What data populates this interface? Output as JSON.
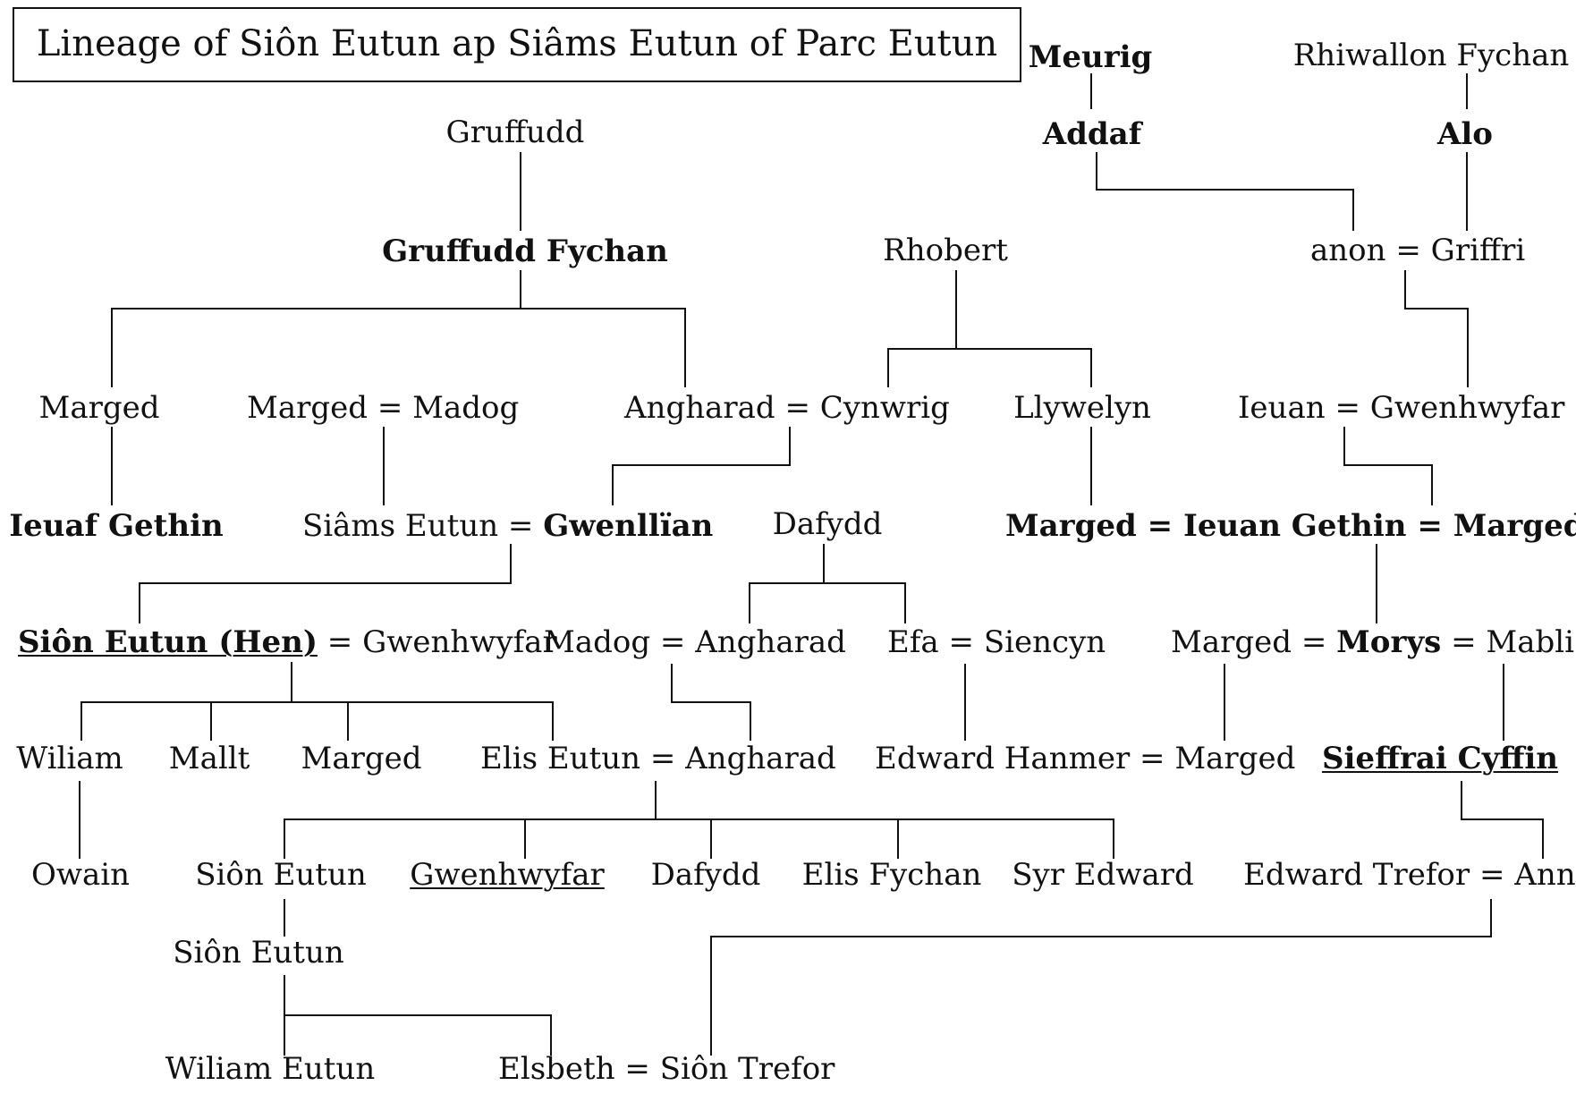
{
  "title": "Lineage of Siôn Eutun ap Siâms Eutun of Parc Eutun",
  "eq": "=",
  "people": {
    "meurig": "Meurig",
    "rhiwallon_fychan": "Rhiwallon Fychan",
    "addaf": "Addaf",
    "alo": "Alo",
    "gruffudd": "Gruffudd",
    "gruffudd_fychan": "Gruffudd Fychan",
    "rhobert": "Rhobert",
    "anon": "anon",
    "griffri": "Griffri",
    "marged_1": "Marged",
    "marged_2": "Marged",
    "madog_1": "Madog",
    "angharad_1": "Angharad",
    "cynwrig": "Cynwrig",
    "llywelyn": "Llywelyn",
    "ieuan": "Ieuan",
    "gwenhwyfar_1": "Gwenhwyfar",
    "ieuaf_gethin": "Ieuaf Gethin",
    "siams_eutun": "Siâms Eutun",
    "gwenllian": "Gwenllïan",
    "dafydd_1": "Dafydd",
    "marged_3": "Marged",
    "ieuan_gethin": "Ieuan Gethin",
    "marged_4": "Marged",
    "sion_eutun_hen": "Siôn Eutun (Hen)",
    "gwenhwyfar_2": "Gwenhwyfar",
    "madog_2": "Madog",
    "angharad_2": "Angharad",
    "efa": "Efa",
    "siencyn": "Siencyn",
    "marged_5": "Marged",
    "morys": "Morys",
    "mabli": "Mabli",
    "wiliam": "Wiliam",
    "mallt": "Mallt",
    "marged_6": "Marged",
    "elis_eutun": "Elis Eutun",
    "angharad_3": "Angharad",
    "edward_hanmer": "Edward Hanmer",
    "marged_7": "Marged",
    "sieffrai_cyffin": "Sieffrai Cyffin",
    "owain": "Owain",
    "sion_eutun_2": "Siôn Eutun",
    "gwenhwyfar_3": "Gwenhwyfar",
    "dafydd_2": "Dafydd",
    "elis_fychan": "Elis Fychan",
    "syr_edward": "Syr Edward",
    "edward_trefor": "Edward Trefor",
    "ann": "Ann",
    "sion_eutun_3": "Siôn Eutun",
    "wiliam_eutun": "Wiliam Eutun",
    "elsbeth": "Elsbeth",
    "sion_trefor": "Siôn Trefor"
  }
}
